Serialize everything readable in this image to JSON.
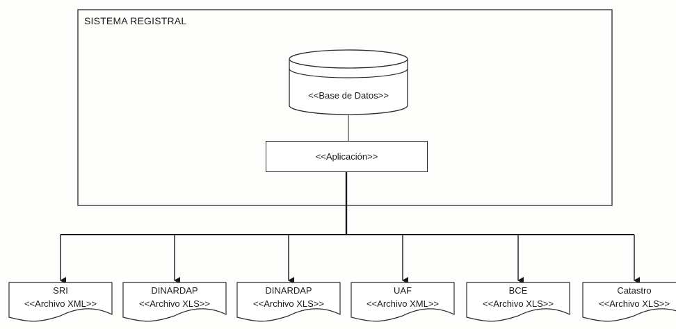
{
  "system": {
    "title": "SISTEMA REGISTRAL"
  },
  "database": {
    "label": "<<Base de Datos>>"
  },
  "application": {
    "label": "<<Aplicación>>"
  },
  "outputs": [
    {
      "entity": "SRI",
      "file": "<<Archivo XML>>"
    },
    {
      "entity": "DINARDAP",
      "file": "<<Archivo XLS>>"
    },
    {
      "entity": "DINARDAP",
      "file": "<<Archivo XLS>>"
    },
    {
      "entity": "UAF",
      "file": "<<Archivo XML>>"
    },
    {
      "entity": "BCE",
      "file": "<<Archivo XLS>>"
    },
    {
      "entity": "Catastro",
      "file": "<<Archivo XLS>>"
    }
  ]
}
